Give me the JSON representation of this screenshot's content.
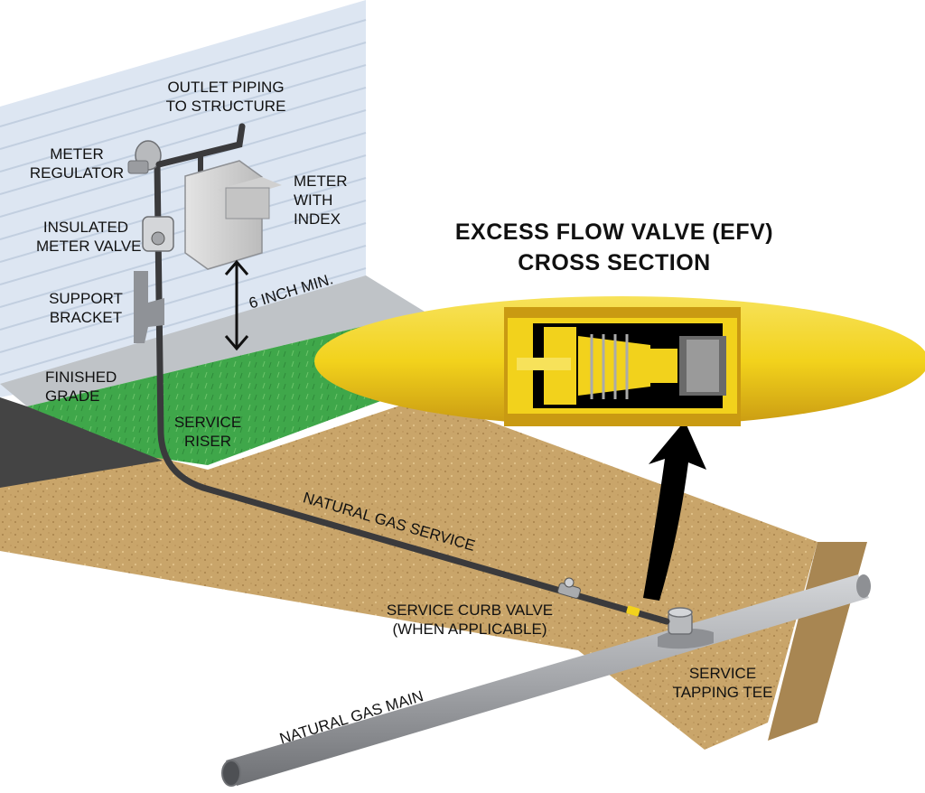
{
  "title": {
    "line1": "EXCESS FLOW VALVE (EFV)",
    "line2": "CROSS SECTION"
  },
  "labels": {
    "outlet_piping": [
      "OUTLET PIPING",
      "TO STRUCTURE"
    ],
    "meter_regulator": [
      "METER",
      "REGULATOR"
    ],
    "meter_with_index": [
      "METER",
      "WITH",
      "INDEX"
    ],
    "insulated_meter_valve": [
      "INSULATED",
      "METER VALVE"
    ],
    "support_bracket": [
      "SUPPORT",
      "BRACKET"
    ],
    "finished_grade": [
      "FINISHED",
      "GRADE"
    ],
    "service_riser": [
      "SERVICE",
      "RISER"
    ],
    "clearance": "6 INCH MIN.",
    "natural_gas_service": "NATURAL GAS SERVICE",
    "service_curb_valve": [
      "SERVICE CURB VALVE",
      "(WHEN APPLICABLE)"
    ],
    "service_tapping_tee": [
      "SERVICE",
      "TAPPING TEE"
    ],
    "natural_gas_main": "NATURAL GAS MAIN"
  },
  "colors": {
    "wall": "#dde6f2",
    "wall_lines": "#c2cfe0",
    "grass": "#3fa74a",
    "soil": "#c9a56a",
    "foundation": "#444444",
    "pipe": "#3a3a3c",
    "main_pipe": "#a4a6aa",
    "efv_yellow": "#f2d21c",
    "efv_housing": "#c99a12",
    "arrow": "#000000"
  }
}
